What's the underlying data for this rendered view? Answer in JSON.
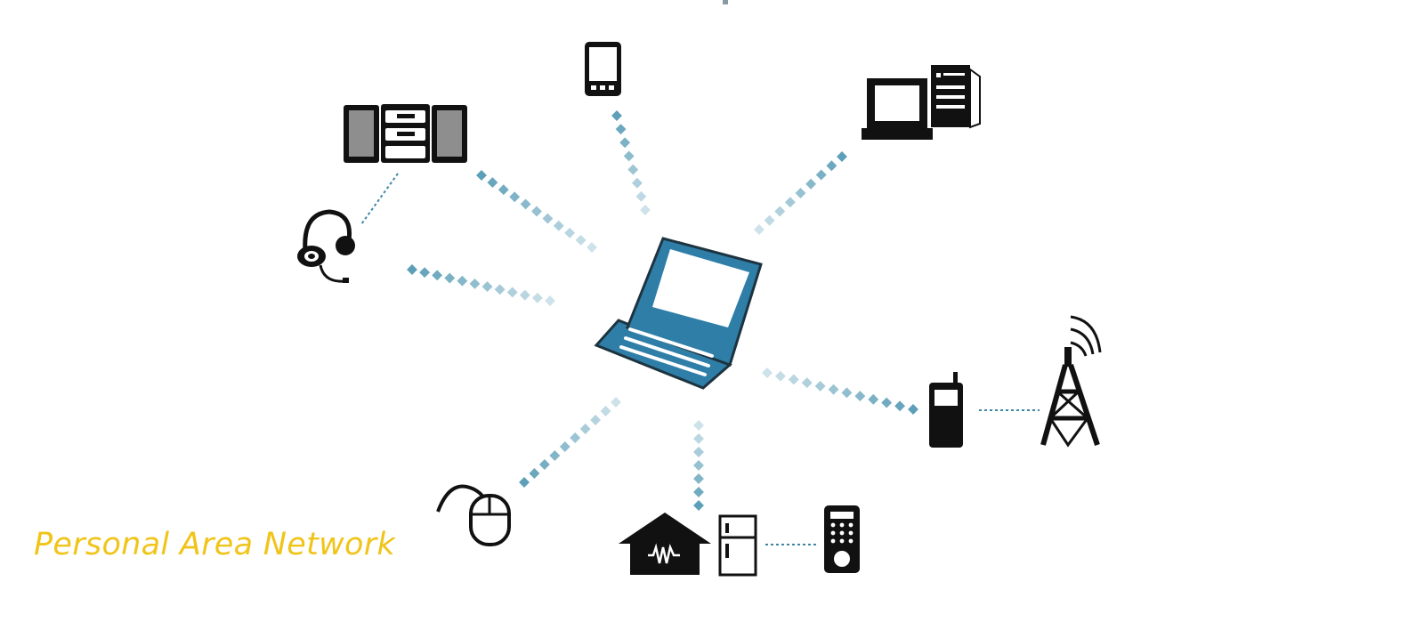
{
  "caption": "Personal Area Network",
  "colors": {
    "caption": "#f0c419",
    "link_dots": "#5d9fb8",
    "laptop": "#2f7ea8",
    "laptop_outline": "#1d3440",
    "screen": "#ffffff",
    "device": "#111111",
    "wire": "#3e86a6"
  },
  "nodes": [
    {
      "id": "laptop",
      "icon": "laptop-icon"
    },
    {
      "id": "mobile-phone",
      "icon": "smartphone-icon"
    },
    {
      "id": "desktop-computer",
      "icon": "desktop-computer-icon"
    },
    {
      "id": "stereo-system",
      "icon": "stereo-speakers-icon"
    },
    {
      "id": "headset",
      "icon": "headset-icon"
    },
    {
      "id": "cell-phone",
      "icon": "cell-phone-icon"
    },
    {
      "id": "radio-tower",
      "icon": "radio-tower-icon"
    },
    {
      "id": "mouse",
      "icon": "mouse-icon"
    },
    {
      "id": "smart-home",
      "icon": "house-icon"
    },
    {
      "id": "refrigerator",
      "icon": "refrigerator-icon"
    },
    {
      "id": "remote-control",
      "icon": "remote-control-icon"
    }
  ],
  "links": [
    {
      "from": "laptop",
      "to": "mobile-phone",
      "style": "wireless"
    },
    {
      "from": "laptop",
      "to": "desktop-computer",
      "style": "wireless"
    },
    {
      "from": "laptop",
      "to": "stereo-system",
      "style": "wireless"
    },
    {
      "from": "laptop",
      "to": "headset",
      "style": "wireless"
    },
    {
      "from": "laptop",
      "to": "cell-phone",
      "style": "wireless"
    },
    {
      "from": "laptop",
      "to": "mouse",
      "style": "wireless"
    },
    {
      "from": "laptop",
      "to": "smart-home",
      "style": "wireless"
    },
    {
      "from": "stereo-system",
      "to": "headset",
      "style": "wired"
    },
    {
      "from": "cell-phone",
      "to": "radio-tower",
      "style": "wired"
    },
    {
      "from": "refrigerator",
      "to": "remote-control",
      "style": "wired"
    }
  ]
}
